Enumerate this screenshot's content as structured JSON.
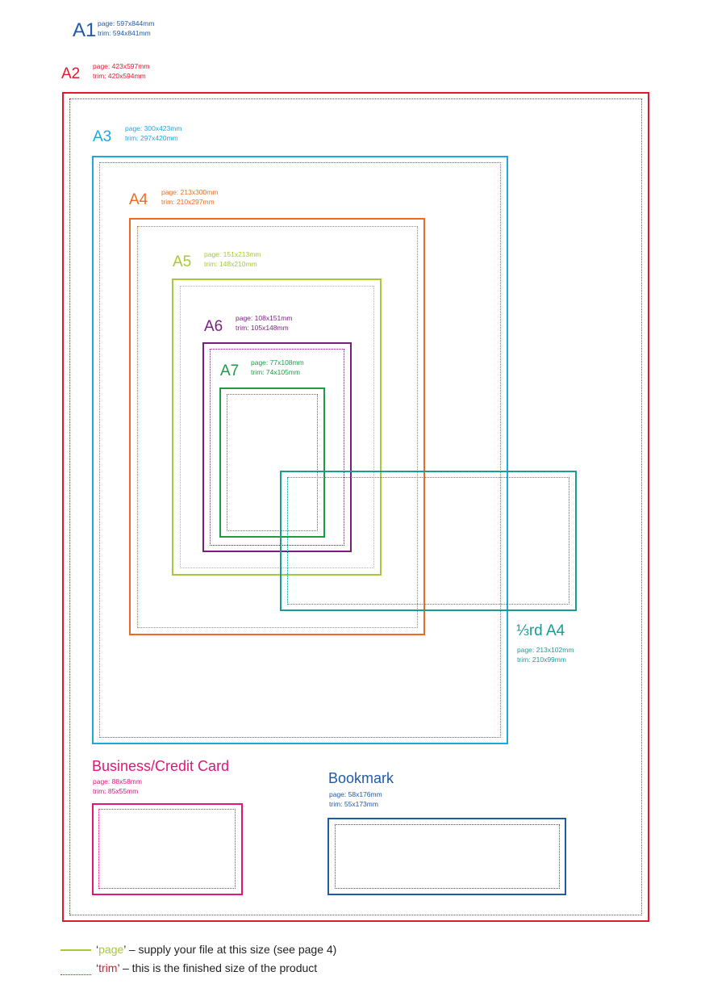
{
  "colors": {
    "a1": "#1f5aa6",
    "a2": "#e0192c",
    "a3": "#1ea7df",
    "a4": "#ee6a24",
    "a5": "#a6c93a",
    "a6": "#7a1e7e",
    "a7": "#1e9b48",
    "third_a4": "#1a9b94",
    "business_card": "#e0157a",
    "bookmark": "#1f5aa6",
    "legend_page": "#a6c93a",
    "legend_trim": "#e0192c"
  },
  "sizes": {
    "a1": {
      "name": "A1",
      "page": "page: 597x844mm",
      "trim": "trim:  594x841mm"
    },
    "a2": {
      "name": "A2",
      "page": "page:  423x597mm",
      "trim": "trim:   420x594mm"
    },
    "a3": {
      "name": "A3",
      "page": "page:  300x423mm",
      "trim": "trim:   297x420mm"
    },
    "a4": {
      "name": "A4",
      "page": "page:  213x300mm",
      "trim": "trim:   210x297mm"
    },
    "a5": {
      "name": "A5",
      "page": "page:  151x213mm",
      "trim": "trim:   148x210mm"
    },
    "a6": {
      "name": "A6",
      "page": "page:  108x151mm",
      "trim": "trim:   105x148mm"
    },
    "a7": {
      "name": "A7",
      "page": "page:  77x108mm",
      "trim": "trim:   74x105mm"
    },
    "third_a4": {
      "name_prefix": "⅓rd",
      "name": "A4",
      "page": "page:  213x102mm",
      "trim": "trim:   210x99mm"
    },
    "business_card": {
      "name": "Business/Credit Card",
      "page": "page:  88x58mm",
      "trim": "trim:   85x55mm"
    },
    "bookmark": {
      "name": "Bookmark",
      "page": "page:  58x176mm",
      "trim": "trim:   55x173mm"
    }
  },
  "legend": {
    "page_word": "page",
    "page_text": "– supply your file at this size (see page 4)",
    "trim_word": "trim",
    "trim_text": "– this is the finished size of the product"
  }
}
